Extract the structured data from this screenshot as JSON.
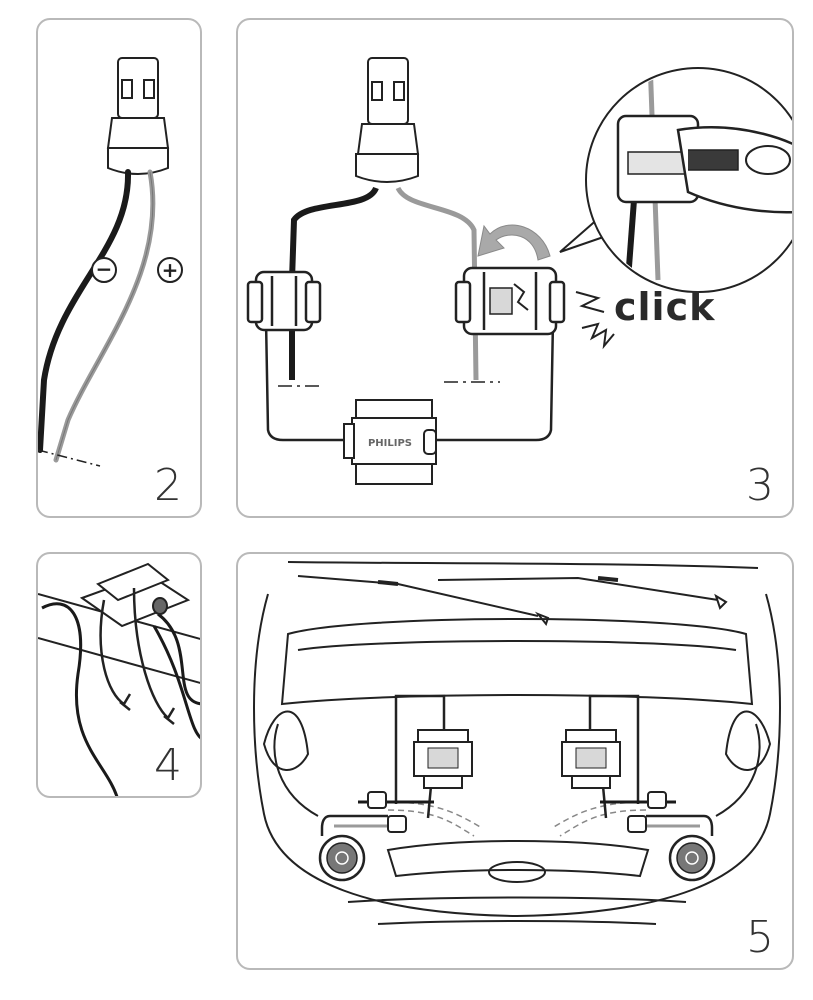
{
  "colors": {
    "panel_border": "#b9b9b9",
    "wire_black": "#1a1a1a",
    "wire_grey": "#9a9a9a",
    "line": "#222222"
  },
  "steps": {
    "step2": "2",
    "step3": "3",
    "step4": "4",
    "step5": "5"
  },
  "labels": {
    "minus": "−",
    "plus": "+",
    "click": "click",
    "brand": "PHILIPS"
  }
}
